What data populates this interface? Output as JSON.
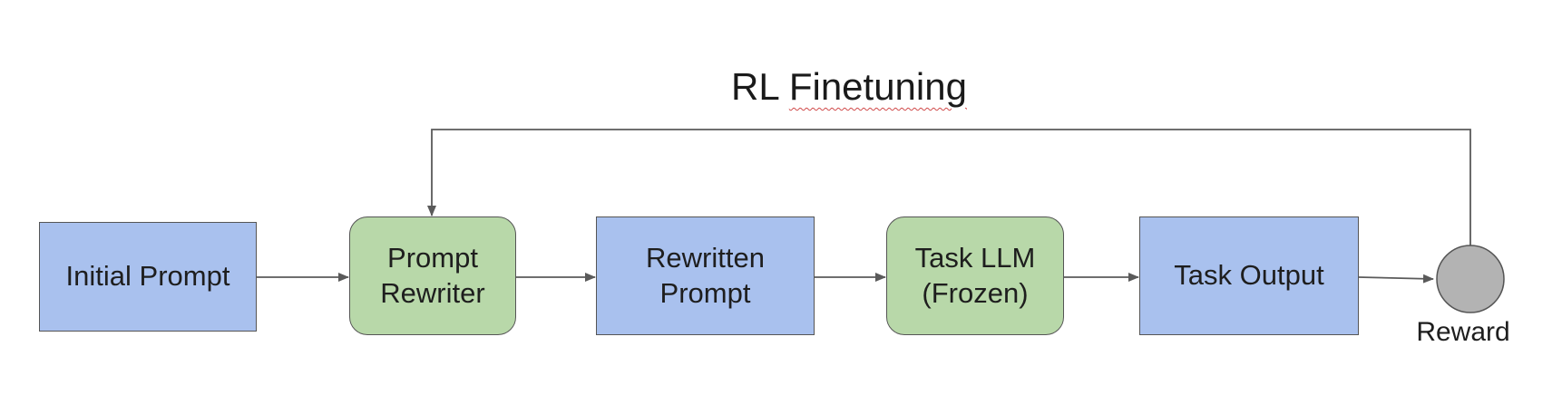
{
  "title": {
    "prefix": "RL",
    "main": "Finetuning"
  },
  "nodes": {
    "initial_prompt": "Initial Prompt",
    "prompt_rewriter": "Prompt\nRewriter",
    "rewritten_prompt": "Rewritten\nPrompt",
    "task_llm": "Task LLM\n(Frozen)",
    "task_output": "Task Output",
    "reward": "Reward"
  },
  "colors": {
    "data_box": "#a9c1ee",
    "model_box": "#b8d8a9",
    "reward_node": "#b3b3b3",
    "arrow": "#5a5a5a"
  }
}
